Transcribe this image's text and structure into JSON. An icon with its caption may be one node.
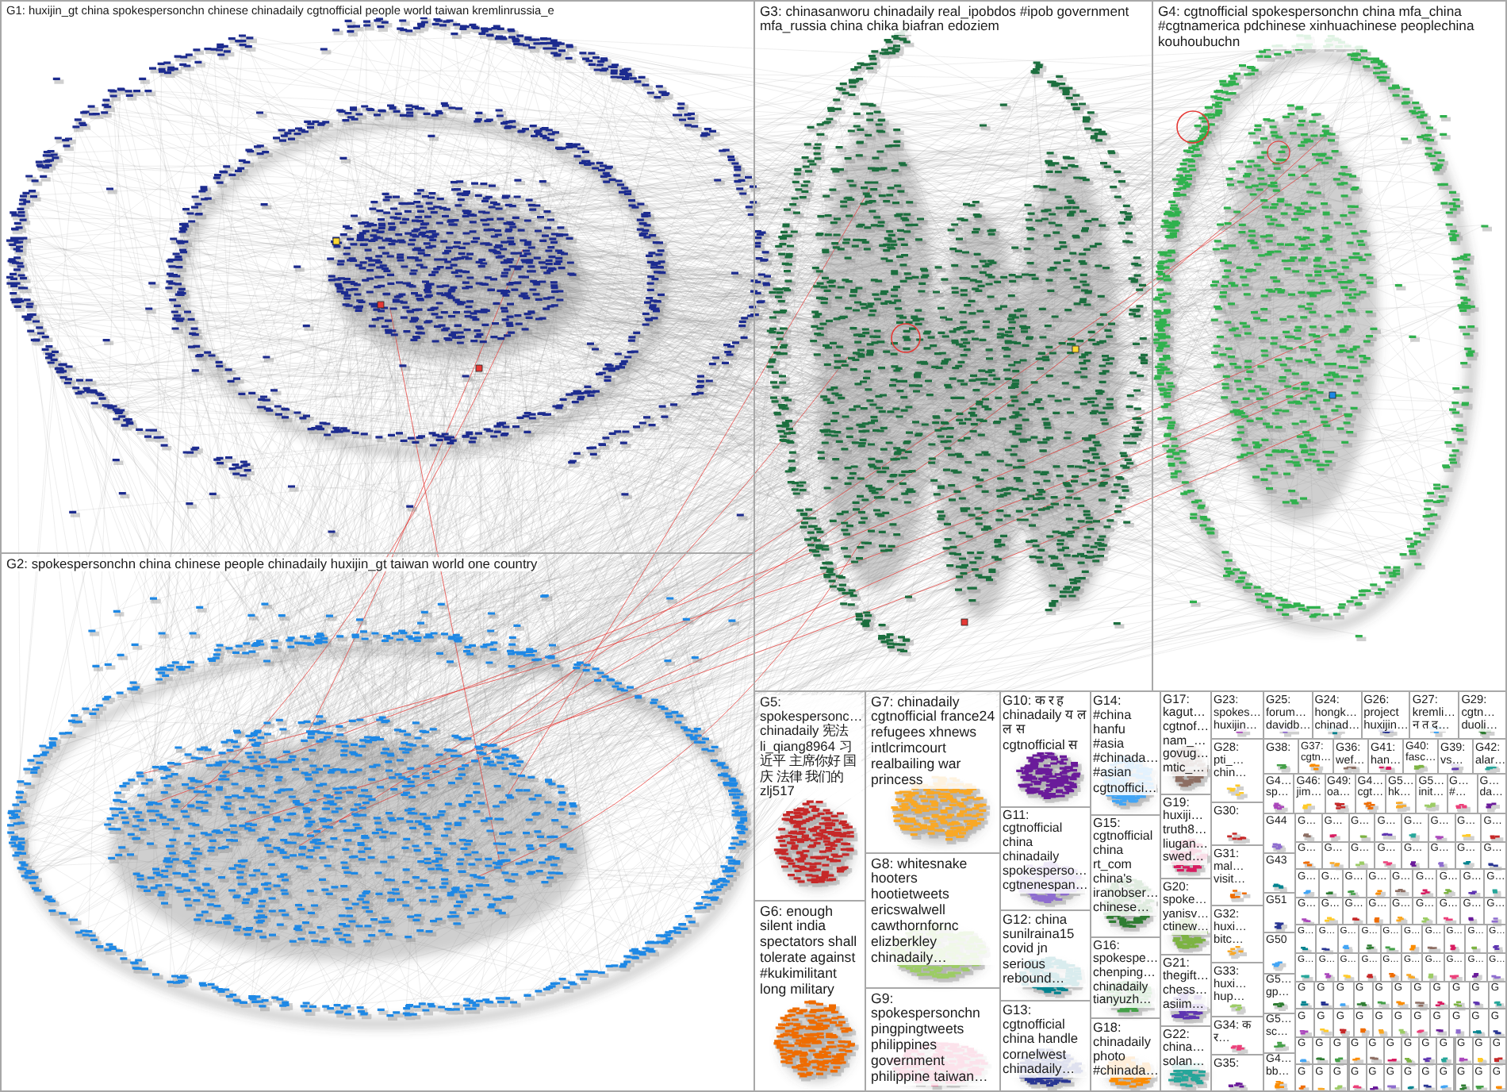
{
  "diagram": {
    "nodes": [
      {
        "text": [
          "G1: huxijin_gt china spokespersonchn chinese chinadaily cgtnofficial people world taiwan kremlinrussia_e"
        ]
      },
      {
        "text": [
          "G3: chinasanworu chinadaily real_ipobdos #ipob government mfa_russia china chika biafran edoziem"
        ]
      },
      {
        "text": [
          "G4: cgtnofficial spokespersonchn china mfa_china #cgtnamerica pdchinese xinhuachinese peoplechina kouhoubuchn"
        ]
      },
      {
        "text": [
          "G2: spokespersonchn china chinese people chinadaily huxijin_gt taiwan world one country"
        ]
      },
      {
        "text": [
          "G5: spokespersonc… chinadaily 宪法 li_qiang8964 习近平 主席你好 国庆 法律 我们的 zlj517"
        ]
      },
      {
        "text": [
          "G6: enough silent india spectators shall tolerate against #kukimilitant long military"
        ]
      },
      {
        "text": [
          "G7: chinadaily cgtnofficial france24 refugees xhnews intlcrimcourt realbailing war princess"
        ]
      },
      {
        "text": [
          "G8: whitesnake hooters hootietweets ericswalwell cawthornfornc elizberkley chinadaily…"
        ]
      },
      {
        "text": [
          "G9: spokespersonchn pingpingtweets philippines government philippine taiwan…"
        ]
      },
      {
        "text": [
          "G10: क र ह chinadaily य ल ल स cgtnofficial स"
        ]
      },
      {
        "text": [
          "G11: cgtnofficial china chinadaily spokesperso… cgtnenespan…"
        ]
      },
      {
        "text": [
          "G12: china sunilraina15 covid jn serious rebound…"
        ]
      },
      {
        "text": [
          "G13: cgtnofficial china handle cornelwest chinadaily…"
        ]
      },
      {
        "text": [
          "G14: #china hanfu #asia #chinada… #asian cgtnoffici…"
        ]
      },
      {
        "text": [
          "G15: cgtnofficial china rt_com china's iranobser… chinese…"
        ]
      },
      {
        "text": [
          "G16: spokespe… chenping… chinadaily tianyuzh…"
        ]
      },
      {
        "text": [
          "G18: chinadaily photo #chinada…"
        ]
      },
      {
        "text": [
          "G17: kagut… cgtnof… nam_… govug… mtic_…"
        ]
      },
      {
        "text": [
          "G19: huxiji… truth8… liugan… swed…"
        ]
      },
      {
        "text": [
          "G20: spoke… yanisv… ctinew…"
        ]
      },
      {
        "text": [
          "G21: thegift… chess… asiim…"
        ]
      },
      {
        "text": [
          "G22: china… solan…"
        ]
      },
      {
        "text": [
          "G23: spokes… huxijin…"
        ]
      },
      {
        "text": [
          "G28: pti_… chin…"
        ]
      },
      {
        "text": [
          "G30:"
        ]
      },
      {
        "text": [
          "G31: mal… visit…"
        ]
      },
      {
        "text": [
          "G32: huxi… bitc…"
        ]
      },
      {
        "text": [
          "G33: huxi… hup…"
        ]
      },
      {
        "text": [
          "G34: क र…"
        ]
      },
      {
        "text": [
          "G35:"
        ]
      },
      {
        "text": [
          "G25: forum… davidb…"
        ]
      },
      {
        "text": [
          "G24: hongk… chinad…"
        ]
      },
      {
        "text": [
          "G26: project huxijin…"
        ]
      },
      {
        "text": [
          "G27: kremli… न त द…"
        ]
      },
      {
        "text": [
          "G29: cgtn… duoli…"
        ]
      },
      {
        "text": [
          "G38:"
        ]
      },
      {
        "text": [
          "G37: cgtn…"
        ]
      },
      {
        "text": [
          "G36: wef…"
        ]
      },
      {
        "text": [
          "G41: han…"
        ]
      },
      {
        "text": [
          "G40: fasc…"
        ]
      },
      {
        "text": [
          "G39: vs…"
        ]
      },
      {
        "text": [
          "G42: alar…"
        ]
      },
      {
        "text": [
          "G4… sp…"
        ]
      },
      {
        "text": [
          "G46: jim…"
        ]
      },
      {
        "text": [
          "G49: oa…"
        ]
      },
      {
        "text": [
          "G4… cgt…"
        ]
      },
      {
        "text": [
          "G5… hk…"
        ]
      },
      {
        "text": [
          "G5… init…"
        ]
      },
      {
        "text": [
          "G… #…"
        ]
      },
      {
        "text": [
          "G… da…"
        ]
      },
      {
        "text": [
          "G44"
        ]
      },
      {
        "text": [
          "G43"
        ]
      },
      {
        "text": [
          "G51"
        ]
      },
      {
        "text": [
          "G50"
        ]
      },
      {
        "text": [
          "G5… gp…"
        ]
      },
      {
        "text": [
          "G5… sc…"
        ]
      },
      {
        "text": [
          "G4… bb…"
        ]
      },
      {
        "text": [
          "G…"
        ]
      },
      {
        "text": [
          "G…"
        ]
      },
      {
        "text": [
          "G…"
        ]
      },
      {
        "text": [
          "G…"
        ]
      },
      {
        "text": [
          "G…"
        ]
      },
      {
        "text": [
          "G…"
        ]
      },
      {
        "text": [
          "G…"
        ]
      },
      {
        "text": [
          "G…"
        ]
      },
      {
        "text": [
          "G…"
        ]
      },
      {
        "text": [
          "G…"
        ]
      },
      {
        "text": [
          "G…"
        ]
      },
      {
        "text": [
          "G…"
        ]
      },
      {
        "text": [
          "G…"
        ]
      },
      {
        "text": [
          "G…"
        ]
      },
      {
        "text": [
          "G…"
        ]
      },
      {
        "text": [
          "G…"
        ]
      },
      {
        "text": [
          "G…"
        ]
      },
      {
        "text": [
          "G…"
        ]
      },
      {
        "text": [
          "G…"
        ]
      },
      {
        "text": [
          "G…"
        ]
      },
      {
        "text": [
          "G…"
        ]
      },
      {
        "text": [
          "G…"
        ]
      },
      {
        "text": [
          "G…"
        ]
      },
      {
        "text": [
          "G…"
        ]
      },
      {
        "text": [
          "G…"
        ]
      },
      {
        "text": [
          "G…"
        ]
      },
      {
        "text": [
          "G…"
        ]
      },
      {
        "text": [
          "G…"
        ]
      },
      {
        "text": [
          "G…"
        ]
      },
      {
        "text": [
          "G…"
        ]
      },
      {
        "text": [
          "G…"
        ]
      },
      {
        "text": [
          "G…"
        ]
      },
      {
        "text": [
          "G…"
        ]
      },
      {
        "text": [
          "G…"
        ]
      },
      {
        "text": [
          "G…"
        ]
      },
      {
        "text": [
          "G…"
        ]
      },
      {
        "text": [
          "G…"
        ]
      },
      {
        "text": [
          "G…"
        ]
      },
      {
        "text": [
          "G…"
        ]
      },
      {
        "text": [
          "G…"
        ]
      },
      {
        "text": [
          "G…"
        ]
      },
      {
        "text": [
          "G…"
        ]
      },
      {
        "text": [
          "G…"
        ]
      },
      {
        "text": [
          "G…"
        ]
      },
      {
        "text": [
          "G…"
        ]
      },
      {
        "text": [
          "G…"
        ]
      },
      {
        "text": [
          "G…"
        ]
      },
      {
        "text": [
          "G…"
        ]
      },
      {
        "text": [
          "G…"
        ]
      },
      {
        "text": [
          "G…"
        ]
      },
      {
        "text": [
          "G…"
        ]
      },
      {
        "text": [
          "G…"
        ]
      },
      {
        "text": [
          "G…"
        ]
      },
      {
        "text": [
          "G…"
        ]
      },
      {
        "text": [
          "G"
        ]
      },
      {
        "text": [
          "G"
        ]
      },
      {
        "text": [
          "G"
        ]
      },
      {
        "text": [
          "G"
        ]
      },
      {
        "text": [
          "G"
        ]
      },
      {
        "text": [
          "G"
        ]
      },
      {
        "text": [
          "G"
        ]
      },
      {
        "text": [
          "G"
        ]
      },
      {
        "text": [
          "G"
        ]
      },
      {
        "text": [
          "G"
        ]
      },
      {
        "text": [
          "G"
        ]
      },
      {
        "text": [
          "G"
        ]
      },
      {
        "text": [
          "G"
        ]
      },
      {
        "text": [
          "G"
        ]
      },
      {
        "text": [
          "G"
        ]
      },
      {
        "text": [
          "G"
        ]
      },
      {
        "text": [
          "G"
        ]
      },
      {
        "text": [
          "G"
        ]
      },
      {
        "text": [
          "G"
        ]
      },
      {
        "text": [
          "G"
        ]
      },
      {
        "text": [
          "G"
        ]
      },
      {
        "text": [
          "G"
        ]
      },
      {
        "text": [
          "G"
        ]
      },
      {
        "text": [
          "G"
        ]
      },
      {
        "text": [
          "G"
        ]
      },
      {
        "text": [
          "G"
        ]
      },
      {
        "text": [
          "G"
        ]
      },
      {
        "text": [
          "G"
        ]
      },
      {
        "text": [
          "G"
        ]
      },
      {
        "text": [
          "G"
        ]
      },
      {
        "text": [
          "G"
        ]
      },
      {
        "text": [
          "G"
        ]
      },
      {
        "text": [
          "G"
        ]
      },
      {
        "text": [
          "G"
        ]
      },
      {
        "text": [
          "G"
        ]
      },
      {
        "text": [
          "G"
        ]
      },
      {
        "text": [
          "G"
        ]
      },
      {
        "text": [
          "G"
        ]
      },
      {
        "text": [
          "G"
        ]
      },
      {
        "text": [
          "G"
        ]
      },
      {
        "text": [
          "G"
        ]
      },
      {
        "text": [
          "G"
        ]
      },
      {
        "text": [
          "G"
        ]
      },
      {
        "text": [
          "G"
        ]
      },
      {
        "text": [
          "G"
        ]
      },
      {
        "text": [
          "G"
        ]
      }
    ]
  }
}
